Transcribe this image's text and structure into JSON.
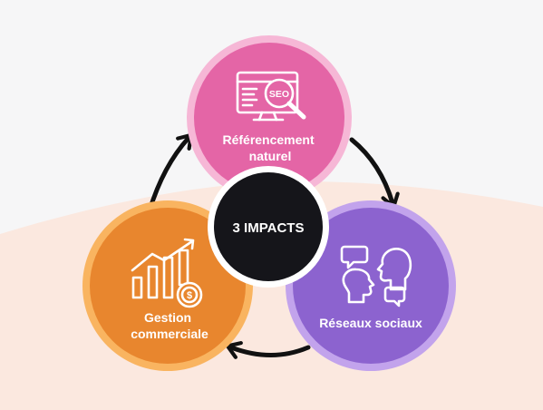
{
  "center": {
    "label": "3 IMPACTS"
  },
  "nodes": [
    {
      "id": "seo",
      "lines": [
        "Référencement",
        "naturel"
      ],
      "icon": "seo-monitor-magnifier-icon",
      "color": "#e465a6"
    },
    {
      "id": "social",
      "lines": [
        "Réseaux sociaux"
      ],
      "icon": "two-heads-speech-bubbles-icon",
      "color": "#8c63cf"
    },
    {
      "id": "sales",
      "lines": [
        "Gestion",
        "commerciale"
      ],
      "icon": "bar-chart-dollar-coin-icon",
      "color": "#e8862e"
    }
  ],
  "icon_texts": {
    "seo": "SEO",
    "coin": "$"
  },
  "colors": {
    "background": "#f6f6f7",
    "peach_band": "#fbe8df",
    "center_fill": "#15151a",
    "arrows": "#111111"
  }
}
